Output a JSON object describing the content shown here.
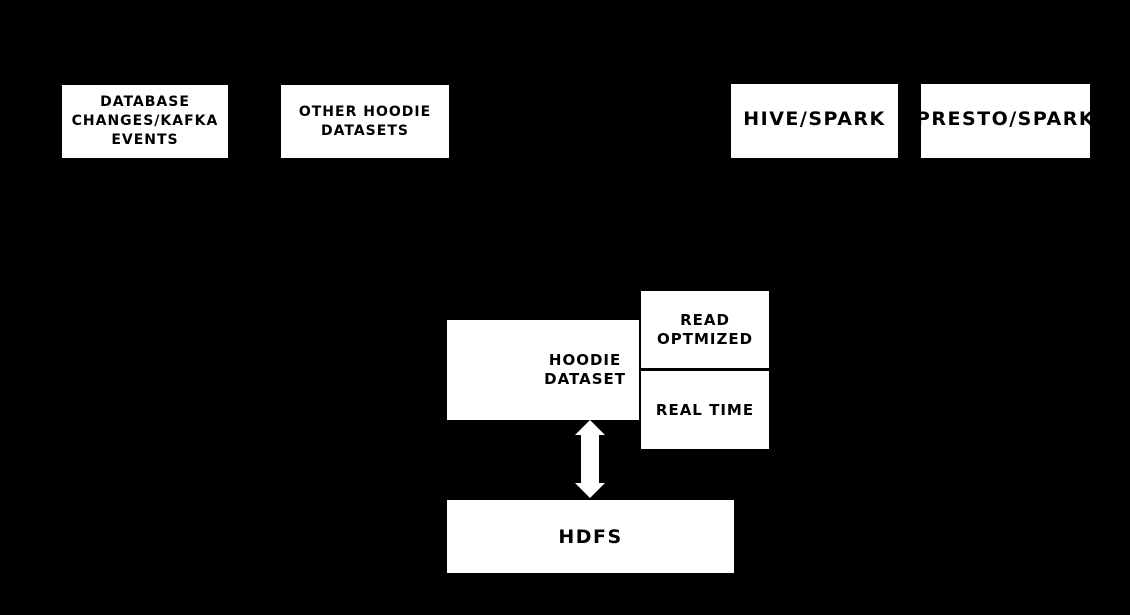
{
  "diagram": {
    "colors": {
      "background": "#000000",
      "node_fill": "#ffffff",
      "node_text": "#000000",
      "arrow_fill": "#ffffff"
    },
    "nodes": {
      "database_changes": {
        "label": "DATABASE\nCHANGES/KAFKA\nEVENTS"
      },
      "other_hoodie_datasets": {
        "label": "OTHER HOODIE\nDATASETS"
      },
      "hive_spark": {
        "label": "HIVE/SPARK"
      },
      "presto_spark": {
        "label": "PRESTO/SPARK"
      },
      "hoodie_dataset": {
        "label": "HOODIE\nDATASET"
      },
      "read_optmized": {
        "label": "READ\nOPTMIZED"
      },
      "real_time": {
        "label": "REAL TIME"
      },
      "hdfs": {
        "label": "HDFS"
      }
    },
    "connectors": {
      "hoodie_hdfs_arrow_icon": "bidirectional-vertical-arrow"
    }
  }
}
